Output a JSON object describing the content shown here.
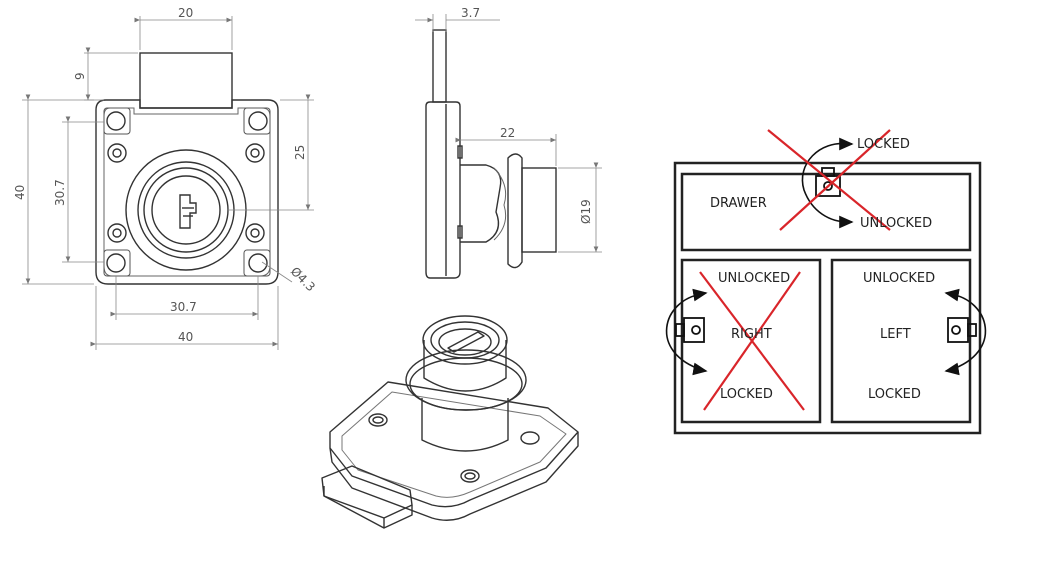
{
  "dimensions": {
    "width_top": "20",
    "tongue_height": "9",
    "height_left": "40",
    "inner_height": "30.7",
    "center_height": "25",
    "hole_pitch": "30.7",
    "total_width": "40",
    "hole_diameter": "Ø4.3",
    "plate_thickness": "3.7",
    "cylinder_length": "22",
    "cylinder_diameter": "Ø19"
  },
  "diagram": {
    "drawer": {
      "name": "DRAWER",
      "locked": "LOCKED",
      "unlocked": "UNLOCKED"
    },
    "right_door": {
      "name": "RIGHT",
      "unlocked": "UNLOCKED",
      "locked": "LOCKED"
    },
    "left_door": {
      "name": "LEFT",
      "unlocked": "UNLOCKED",
      "locked": "LOCKED"
    }
  },
  "colors": {
    "line": "#222222",
    "dim": "#777777",
    "cross": "#d9252a"
  }
}
